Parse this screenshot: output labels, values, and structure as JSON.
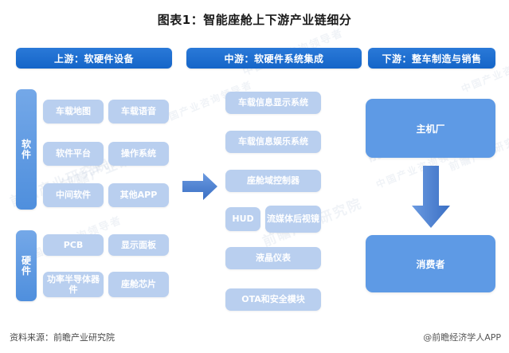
{
  "title": "图表1：智能座舱上下游产业链细分",
  "headers": {
    "upstream": "上游：软硬件设备",
    "midstream": "中游：软硬件系统集成",
    "downstream": "下游：整车制造与销售"
  },
  "upstream": {
    "categories": [
      {
        "label": "软件",
        "items": [
          "车载地图",
          "车载语音",
          "软件平台",
          "操作系统",
          "中间软件",
          "其他APP"
        ]
      },
      {
        "label": "硬件",
        "items": [
          "PCB",
          "显示面板",
          "功率半导体器件",
          "座舱芯片"
        ]
      }
    ]
  },
  "midstream": {
    "items": [
      "车载信息显示系统",
      "车载信息娱乐系统",
      "座舱域控制器",
      "HUD",
      "流媒体后视镜",
      "液晶仪表",
      "OTA和安全模块"
    ]
  },
  "downstream": {
    "items": [
      "主机厂",
      "消费者"
    ]
  },
  "arrows": {
    "upstream_to_midstream": "right-arrow-icon",
    "oem_to_consumer": "down-arrow-icon"
  },
  "footer": {
    "source": "资料来源：前瞻产业研究院",
    "brand": "@前瞻经济学人APP"
  },
  "watermarks": {
    "text_a": "前瞻产业研究院",
    "text_b": "中国产业咨询领导者"
  },
  "colors": {
    "header_blue": "#1f6fd0",
    "category_blue": "#5e9ae5",
    "item_light_blue": "#b9cfef",
    "big_box_blue": "#5e9ae5",
    "arrow_blue": "#4a81cf",
    "title_text": "#1a1a1a"
  }
}
